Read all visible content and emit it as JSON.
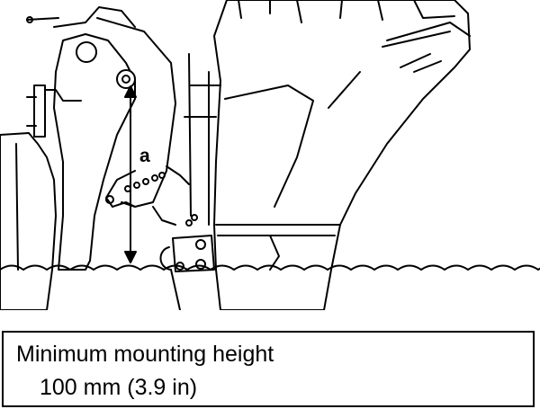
{
  "diagram": {
    "dimension_label": "a",
    "icons": [
      "outboard-motor-icon",
      "clamp-bracket-icon",
      "transom-board-icon",
      "water-surface-icon",
      "anode-icon"
    ]
  },
  "spec_box": {
    "title": "Minimum mounting height",
    "value": "100 mm (3.9 in)"
  }
}
